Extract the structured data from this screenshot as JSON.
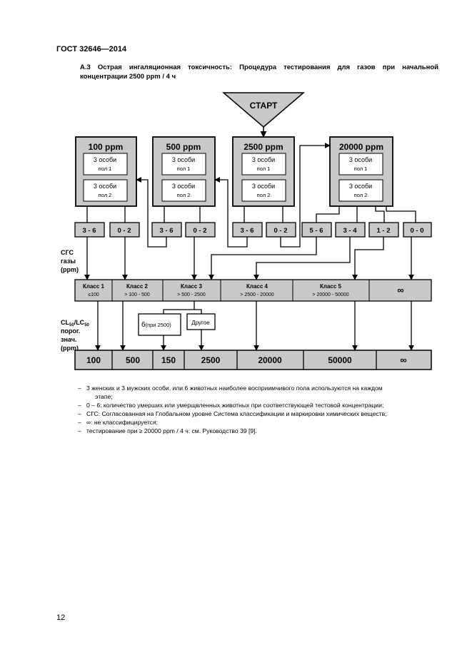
{
  "header": {
    "code": "ГОСТ 32646—2014"
  },
  "caption": {
    "line1": "А.3 Острая ингаляционная токсичность: Процедура тестирования для газов при начальной",
    "line2": "концентрации 2500 ppm / 4 ч"
  },
  "diagram": {
    "start": "СТАРТ",
    "doses": [
      "100 ppm",
      "500 ppm",
      "2500 ppm",
      "20000 ppm"
    ],
    "box_line1": "3 особи",
    "sex1": "пол 1",
    "sex2": "пол 2",
    "outcomes": [
      "3 - 6",
      "0 - 2",
      "3 - 6",
      "0 - 2",
      "3 - 6",
      "0 - 2",
      "5 - 6",
      "3 - 4",
      "1 - 2",
      "0 - 0"
    ],
    "ghs_label": [
      "СГС",
      "газы",
      "(ppm)"
    ],
    "classes": [
      {
        "name": "Класс 1",
        "range": "≤100"
      },
      {
        "name": "Класс 2",
        "range": "> 100 - 500"
      },
      {
        "name": "Класс 3",
        "range": "> 500 - 2500"
      },
      {
        "name": "Класс 4",
        "range": "> 2500 - 20000"
      },
      {
        "name": "Класс 5",
        "range": "> 20000 - 50000"
      },
      {
        "name": "∞",
        "range": ""
      }
    ],
    "special": {
      "six": "6",
      "six_note": "(при 2500)",
      "other": "Другое"
    },
    "cl_label": [
      "CL",
      "50",
      "/LC",
      "50",
      "порог.",
      "знач.",
      "(ppm)"
    ],
    "cutoffs": [
      "100",
      "500",
      "150",
      "2500",
      "20000",
      "50000",
      "∞"
    ]
  },
  "notes": [
    "3 женских и 3 мужских особи, или 6 животных наиболее восприимчивого пола используются на каждом",
    "этапе;",
    "0 – 6: количество умерших или умерщвленных животных при соответствующей тестовой концентрации;",
    "СГС: Согласованная на Глобальном уровне Система классификации и маркировки химических веществ;",
    "∞: не классифицируется;",
    "тестирование при ≥ 20000 ppm / 4 ч: см. Руководство 39 [9]."
  ],
  "note_dash": "–",
  "page_number": "12"
}
